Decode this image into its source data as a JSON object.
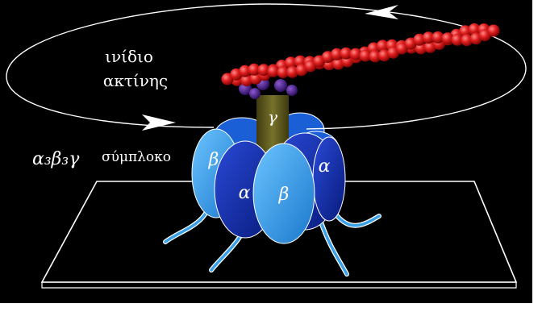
{
  "labels": {
    "actin_filament_line1": "ινίδιο",
    "actin_filament_line2": "ακτίνης",
    "complex_prefix": "α₃β₃γ",
    "complex_word": "σύμπλοκο"
  },
  "subunits": {
    "gamma": "γ",
    "beta_left": "β",
    "alpha_front": "α",
    "beta_front": "β",
    "alpha_right": "α"
  },
  "colors": {
    "background": "#000000",
    "actin_bead": "#d41a1a",
    "actin_highlight": "#ff6b6b",
    "anchor_purple": "#4a1a8c",
    "gamma_stalk": "#5e5a1e",
    "alpha_dark_blue": "#0d2ba8",
    "beta_light_blue": "#2f9ae6",
    "top_blue": "#1a5fd6",
    "tether": "#3aa0e8",
    "outline_white": "#ffffff",
    "bottom_band": "#ffffff"
  }
}
